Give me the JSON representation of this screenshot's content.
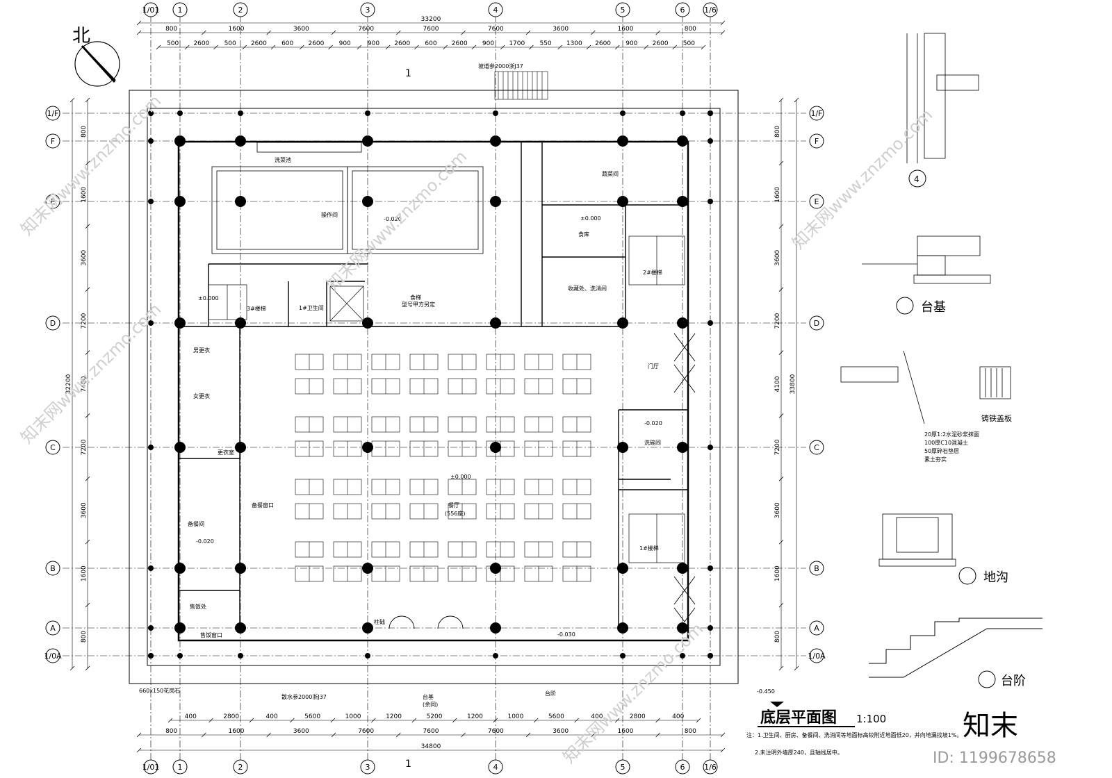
{
  "drawing": {
    "title": "底层平面图",
    "scale": "1:100",
    "north_label": "北",
    "notes": [
      "注：1.卫生间、厨房、备餐间、洗消间等地面标高较附近地面低20，并向地漏找坡1%。",
      "2.未注明外墙厚240，且轴线居中。"
    ]
  },
  "axes": {
    "columns": [
      "1/01",
      "1",
      "2",
      "3",
      "4",
      "5",
      "6",
      "1/6"
    ],
    "rows": [
      "1/F",
      "F",
      "E",
      "D",
      "C",
      "B",
      "A",
      "1/0A"
    ]
  },
  "dimensions": {
    "top_total": "33200",
    "top_main": [
      "800",
      "1600",
      "3600",
      "7600",
      "7600",
      "7600",
      "3600",
      "1600",
      "800"
    ],
    "top_detail": [
      "500",
      "2600",
      "500",
      "2600",
      "600",
      "2600",
      "900",
      "900",
      "2600",
      "600",
      "2600",
      "900",
      "1700",
      "550",
      "1300",
      "2600",
      "900",
      "2600",
      "500"
    ],
    "bottom_total": "34800",
    "bottom_main": [
      "800",
      "1600",
      "3600",
      "7600",
      "7600",
      "7600",
      "3600",
      "1600",
      "800"
    ],
    "bottom_detail": [
      "400",
      "2800",
      "400",
      "5600",
      "1000",
      "1200",
      "5200",
      "1200",
      "1000",
      "5600",
      "400",
      "2800",
      "400"
    ],
    "left_total": "32200",
    "left_main": [
      "800",
      "1600",
      "3600",
      "7200",
      "7400",
      "7200",
      "3600",
      "1600",
      "800"
    ],
    "right_total": "33800",
    "right_main": [
      "800",
      "1600",
      "3600",
      "7200",
      "4100",
      "7200",
      "3600",
      "1600",
      "800"
    ]
  },
  "rooms": {
    "dish_pool": "洗菜池",
    "kitchen": "操作间",
    "pantry": "食库",
    "main_store": "蔬菜间",
    "dining": "餐厅",
    "dining_seats": "(556座)",
    "lobby": "门厅",
    "wash": "洗碗间",
    "stair1": "1#楼梯",
    "stair2": "2#楼梯",
    "stair3": "3#楼梯",
    "toilet": "1#卫生间",
    "prep": "备餐间",
    "ticket": "售饭处",
    "locker": "更衣室",
    "dressing": "男更衣",
    "dressing_f": "女更衣",
    "receiving": "收藏处、洗消间",
    "ticket_window": "售饭窗口",
    "service_window": "备餐窗口",
    "elevator_note": "食梯",
    "elevator_type": "型号甲方另定",
    "ramp_note": "坡道参2000浙J37",
    "drain_note": "散水参2000浙J37",
    "elevation_main": "±0.000",
    "elevation_low": "-0.020",
    "elevation_outside": "-0.030",
    "elevation_ground": "-0.450",
    "stone": "660x150花岗石",
    "platform": "台基",
    "platform_sub": "(余同)",
    "steps": "台阶",
    "column_label": "柱础",
    "section_mark": "1"
  },
  "details": {
    "d1": "台阶",
    "d2": "地沟",
    "d3": "台基",
    "d4": "4",
    "cover": "铸铁盖板",
    "cover_steel": "铸铁盖板",
    "layers": [
      "20厚1:2水泥砂浆抹面",
      "100厚C10混凝土",
      "50厚碎石垫层",
      "素土夯实"
    ]
  },
  "watermark": {
    "site": "知末网www.znzmo.com",
    "id": "ID: 1199678658",
    "logo": "知末"
  },
  "colors": {
    "line": "#000000",
    "watermark": "#d0d0d0"
  }
}
